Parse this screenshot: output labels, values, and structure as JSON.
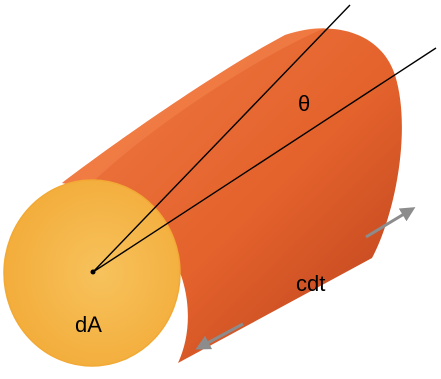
{
  "labels": {
    "angle": "θ",
    "length": "cdt",
    "area": "dA"
  },
  "colors": {
    "cylinder_body": "#e4622c",
    "cylinder_dark": "#b9401c",
    "cylinder_light": "#f07b44",
    "end_face": "#f7c25c",
    "end_face_edge": "#f2a935",
    "arrow": "#8c8c8c",
    "line": "#000000",
    "background": "#ffffff"
  },
  "icons": {
    "arrow": "double-headed-arrow"
  }
}
